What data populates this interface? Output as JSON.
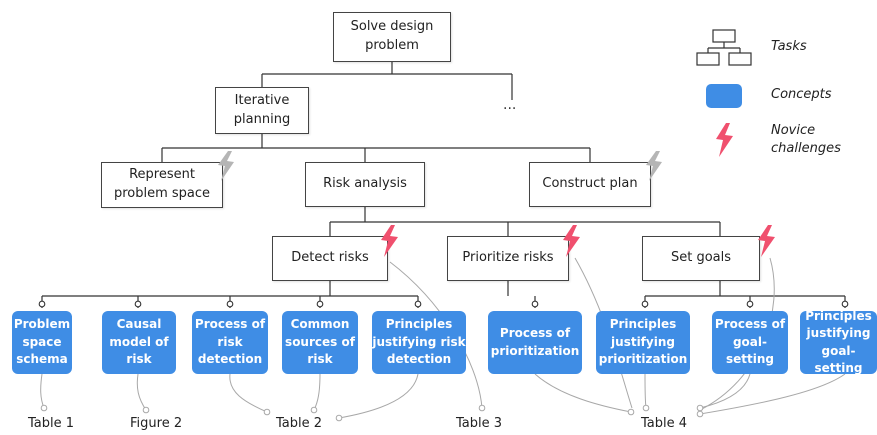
{
  "tasks": {
    "root": "Solve design\nproblem",
    "iterative": "Iterative\nplanning",
    "ellipsis": "...",
    "represent": "Represent\nproblem space",
    "risk_analysis": "Risk analysis",
    "construct": "Construct plan",
    "detect": "Detect risks",
    "prioritize": "Prioritize risks",
    "goals": "Set goals"
  },
  "concepts": [
    "Problem\nspace\nschema",
    "Causal\nmodel of\nrisk",
    "Process of\nrisk\ndetection",
    "Common\nsources of\nrisk",
    "Principles\njustifying risk\ndetection",
    "Process of\nprioritization",
    "Principles\njustifying\nprioritization",
    "Process of\ngoal-\nsetting",
    "Principles\njustifying\ngoal-setting"
  ],
  "references": [
    "Table 1",
    "Figure 2",
    "Table 2",
    "Table 3",
    "Table 4"
  ],
  "legend": {
    "tasks": "Tasks",
    "concepts": "Concepts",
    "challenges": "Novice\nchallenges"
  },
  "colors": {
    "concept_fill": "#3f8de5",
    "challenge_red": "#f0506e",
    "challenge_gray": "#b5b5b5",
    "connector": "#333333",
    "reference_line": "#aaaaaa"
  },
  "icons": {
    "tasks_legend": "hierarchy-icon",
    "challenge": "lightning-bolt-icon"
  }
}
